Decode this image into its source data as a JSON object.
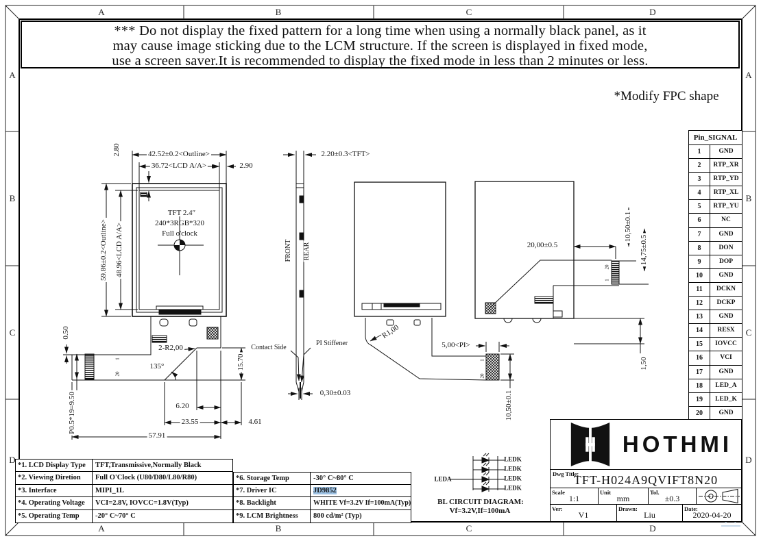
{
  "sheet": {
    "zones": [
      "A",
      "B",
      "C",
      "D"
    ]
  },
  "warning": {
    "line1": "*** Do not display the fixed pattern for a long time when using a normally black panel, as it",
    "line2": "may cause image sticking due to the LCM structure.  If the screen is displayed in fixed mode,",
    "line3": "use a screen saver.It is recommended to display the fixed mode in less than 2 minutes or less."
  },
  "note": "*Modify FPC shape",
  "front_view": {
    "title": "TFT 2.4″",
    "resolution": "240*3RGB*320",
    "viewing": "Full o'clock",
    "pin_first": "1",
    "pin_last": "20"
  },
  "labels": {
    "front": "FRONT",
    "rear": "REAR",
    "contact_side": "Contact Side",
    "pi_stiffener": "PI Stiffener"
  },
  "dims": {
    "outline_w": "42.52±0.2<Outline>",
    "aa_w": "36.72<LCD A/A>",
    "d280": "2.80",
    "d290": "2.90",
    "tft_t": "2.20±0.3<TFT>",
    "outline_h": "59.86±0.2<Outline>",
    "aa_h": "48.96<LCD A/A>",
    "d050": "0.50",
    "pitch": "P0.5*19=9.50",
    "r2": "2-R2,00",
    "a135": "135°",
    "d1570": "15.70",
    "d030": "0,30±0.03",
    "d620": "6.20",
    "d2355": "23.55",
    "d461": "4.61",
    "d5791": "57.91",
    "r1": "R1,00",
    "pi5": "5,00<PI>",
    "d1050c": "10,50±0.1",
    "d2000": "20,00±0.5",
    "d1050r": "10,50±0.1",
    "d1475": "14,75±0.5",
    "d150": "1,50"
  },
  "pin_table": {
    "header": "Pin_SIGNAL",
    "rows": [
      [
        "1",
        "GND"
      ],
      [
        "2",
        "RTP_XR"
      ],
      [
        "3",
        "RTP_YD"
      ],
      [
        "4",
        "RTP_XL"
      ],
      [
        "5",
        "RTP_YU"
      ],
      [
        "6",
        "NC"
      ],
      [
        "7",
        "GND"
      ],
      [
        "8",
        "DON"
      ],
      [
        "9",
        "DOP"
      ],
      [
        "10",
        "GND"
      ],
      [
        "11",
        "DCKN"
      ],
      [
        "12",
        "DCKP"
      ],
      [
        "13",
        "GND"
      ],
      [
        "14",
        "RESX"
      ],
      [
        "15",
        "IOVCC"
      ],
      [
        "16",
        "VCI"
      ],
      [
        "17",
        "GND"
      ],
      [
        "18",
        "LED_A"
      ],
      [
        "19",
        "LED_K"
      ],
      [
        "20",
        "GND"
      ]
    ]
  },
  "specs_left": {
    "rows": [
      [
        "*1. LCD Display Type",
        "TFT,Transmissive,Normally Black"
      ],
      [
        "*2. Viewing Diretion",
        "Full O'Clock (U80/D80/L80/R80)"
      ],
      [
        "*3. Interface",
        "MIPI_1L"
      ],
      [
        "*4. Operating Voltage",
        "VCI=2.8V, IOVCC=1.8V(Typ)"
      ],
      [
        "*5. Operating Temp",
        "-20° C~70° C"
      ]
    ]
  },
  "specs_right": {
    "highlight_color": "#9dc2e4",
    "rows": [
      [
        "*6. Storage Temp",
        "-30° C~80° C"
      ],
      [
        "*7. Driver IC",
        "JD9852"
      ],
      [
        "*8. Backlight",
        "WHITE Vf=3.2V If=100mA(Typ)"
      ],
      [
        "*9. LCM Brightness",
        "800 cd/m² (Typ)"
      ]
    ]
  },
  "bl_circuit": {
    "anode": "LEDA",
    "cathode": "LEDK",
    "title": "BL CIRCUIT DIAGRAM:",
    "subtitle": "Vf=3.2V,If=100mA"
  },
  "title_block": {
    "brand": "HOTHMI",
    "dwg_title_label": "Dwg Title:",
    "dwg_title": "TFT-H024A9QVIFT8N20",
    "scale_label": "Scale",
    "scale": "1:1",
    "unit_label": "Unit",
    "unit": "mm",
    "tol_label": "Tol.",
    "tol": "±0.3",
    "ver_label": "Ver:",
    "ver": "V1",
    "drawn_label": "Drawn:",
    "drawn": "Liu",
    "date_label": "Date:",
    "date": "2020-04-20"
  }
}
